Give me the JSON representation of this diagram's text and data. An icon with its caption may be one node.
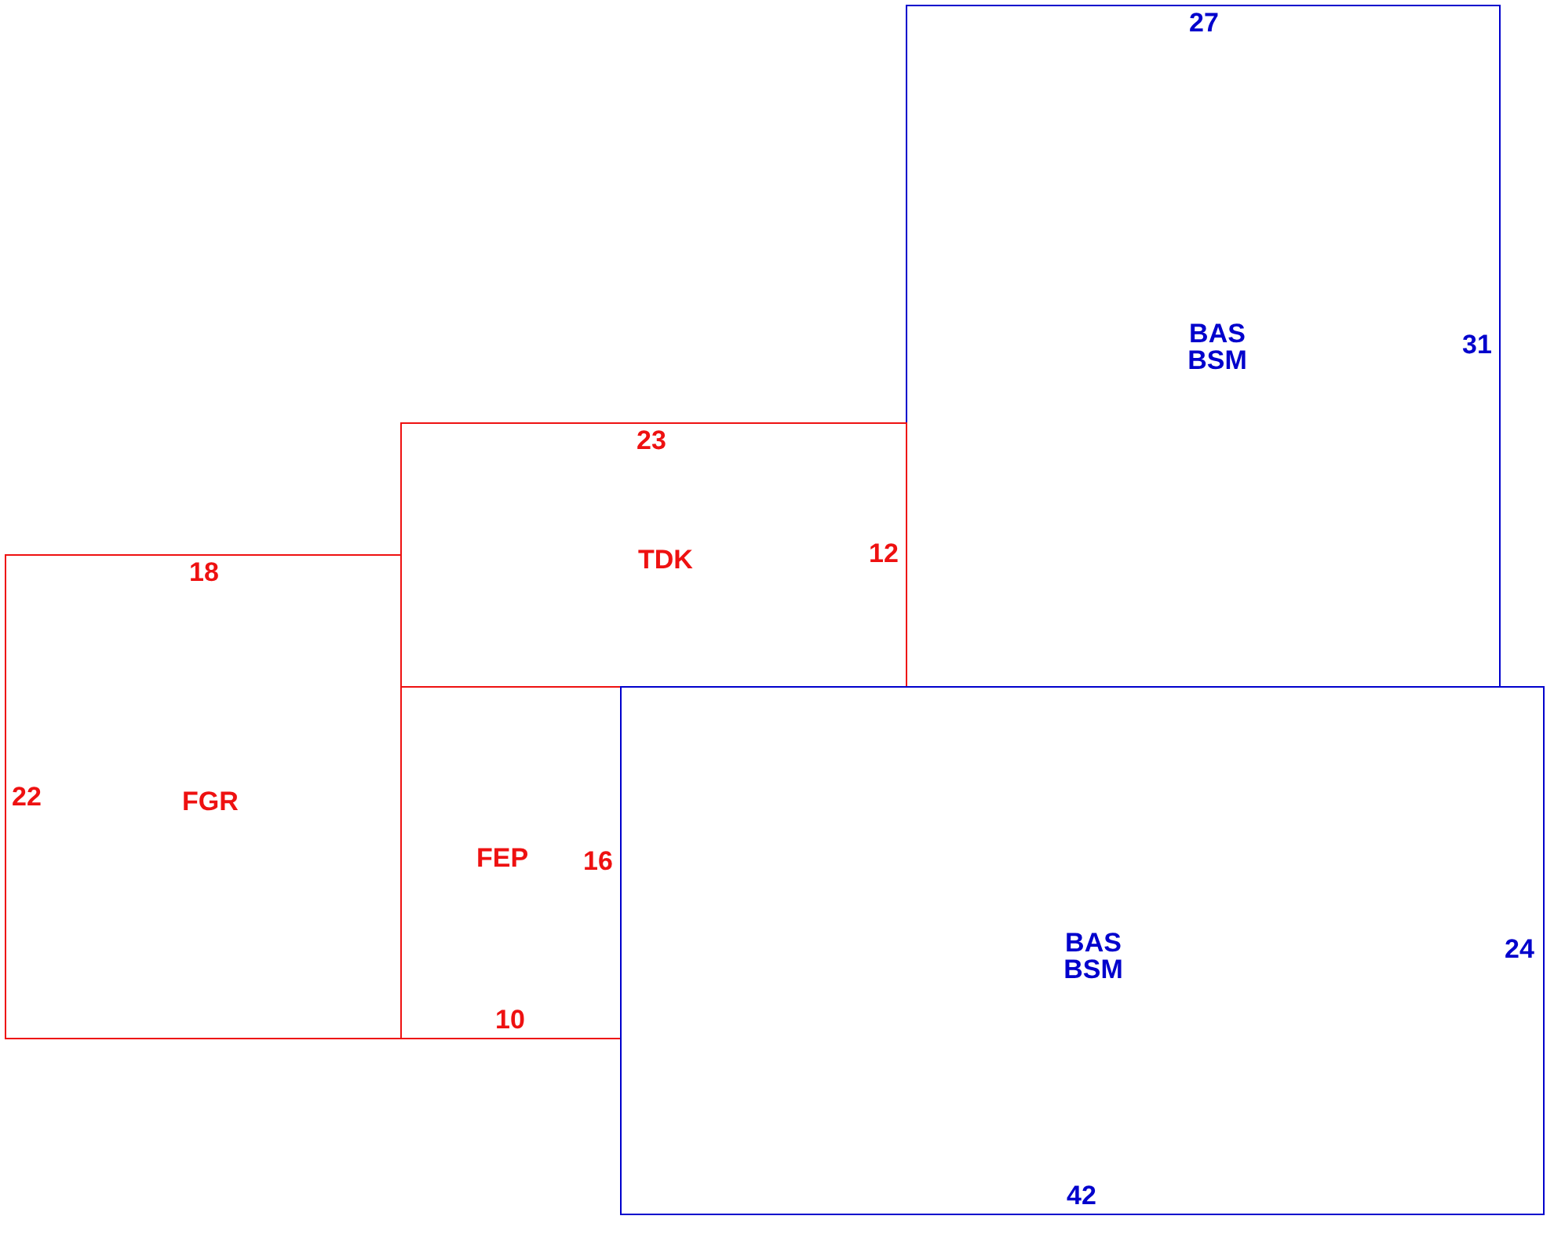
{
  "diagram": {
    "nodes": [
      {
        "text": [
          "27",
          "BAS BSM",
          "31"
        ]
      },
      {
        "text": [
          "23",
          "TDK",
          "12"
        ]
      },
      {
        "text": [
          "18",
          "22",
          "FGR"
        ]
      },
      {
        "text": [
          "FEP",
          "16",
          "10"
        ]
      },
      {
        "text": [
          "BAS BSM",
          "24",
          "42"
        ]
      }
    ],
    "edges": []
  }
}
